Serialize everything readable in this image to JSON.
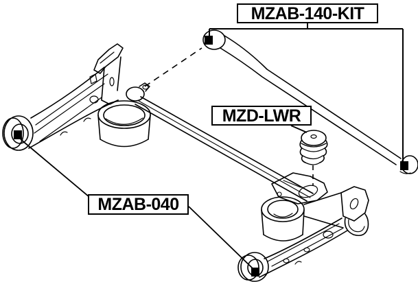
{
  "page": {
    "background_color": "#ffffff",
    "ink_color": "#000000"
  },
  "callouts": {
    "kit": {
      "label": "MZAB-140-KIT"
    },
    "bump_stop": {
      "label": "MZD-LWR"
    },
    "arm_bushing": {
      "label": "MZAB-040"
    }
  },
  "diagram": {
    "type": "parts-line-diagram",
    "marker_style": "black-square",
    "marker_count": 4
  }
}
